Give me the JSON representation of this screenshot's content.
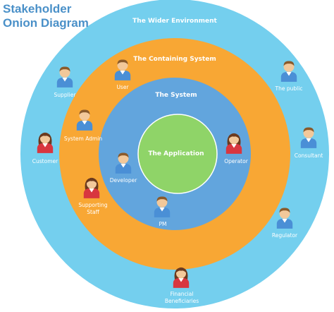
{
  "title": {
    "line1": "Stakeholder",
    "line2": "Onion Diagram"
  },
  "rings": {
    "outer": {
      "label": "The Wider Environment",
      "color": "#74cfee"
    },
    "containing": {
      "label": "The Containing System",
      "color": "#f8a734"
    },
    "system": {
      "label": "The System",
      "color": "#62a5dd"
    },
    "core": {
      "label": "The Application",
      "color": "#8fd468"
    }
  },
  "colors": {
    "male_shirt": "#4a8fd6",
    "female_shirt": "#d8363f",
    "skin": "#f2c89a",
    "male_hair": "#8a5a2b",
    "female_hair": "#6b3a1e"
  },
  "stakeholders": {
    "supplier": {
      "label": "Supplier",
      "icon": "male-person-icon"
    },
    "user": {
      "label": "User",
      "icon": "male-person-icon"
    },
    "public": {
      "label": "The public",
      "icon": "male-person-icon"
    },
    "system_admin": {
      "label": "System Admin",
      "icon": "male-person-icon"
    },
    "customer": {
      "label": "Customer",
      "icon": "female-person-icon"
    },
    "consultant": {
      "label": "Consultant",
      "icon": "male-person-icon"
    },
    "operator": {
      "label": "Operator",
      "icon": "female-person-icon"
    },
    "developer": {
      "label": "Developer",
      "icon": "male-person-icon"
    },
    "supporting_staff": {
      "label_line1": "Supporting",
      "label_line2": "Staff",
      "icon": "female-person-icon"
    },
    "pm": {
      "label": "PM",
      "icon": "male-person-icon"
    },
    "regulator": {
      "label": "Regulator",
      "icon": "male-person-icon"
    },
    "financial": {
      "label_line1": "Financial",
      "label_line2": "Beneficiaries",
      "icon": "female-person-icon"
    }
  }
}
